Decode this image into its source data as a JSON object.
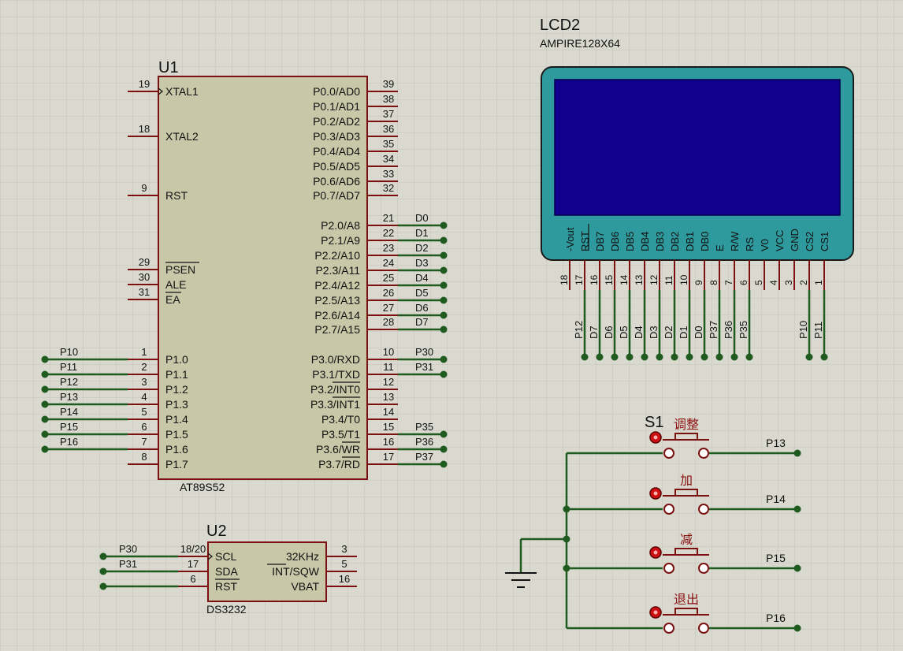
{
  "u1": {
    "ref": "U1",
    "part": "AT89S52",
    "left_pins": [
      {
        "num": "19",
        "name": "XTAL1",
        "net": ""
      },
      {
        "num": "18",
        "name": "XTAL2",
        "net": ""
      },
      {
        "num": "9",
        "name": "RST",
        "net": ""
      },
      {
        "num": "29",
        "name": "PSEN",
        "net": ""
      },
      {
        "num": "30",
        "name": "ALE",
        "net": ""
      },
      {
        "num": "31",
        "name": "EA",
        "net": ""
      },
      {
        "num": "1",
        "name": "P1.0",
        "net": "P10"
      },
      {
        "num": "2",
        "name": "P1.1",
        "net": "P11"
      },
      {
        "num": "3",
        "name": "P1.2",
        "net": "P12"
      },
      {
        "num": "4",
        "name": "P1.3",
        "net": "P13"
      },
      {
        "num": "5",
        "name": "P1.4",
        "net": "P14"
      },
      {
        "num": "6",
        "name": "P1.5",
        "net": "P15"
      },
      {
        "num": "7",
        "name": "P1.6",
        "net": "P16"
      },
      {
        "num": "8",
        "name": "P1.7",
        "net": ""
      }
    ],
    "right_pins": [
      {
        "num": "39",
        "name": "P0.0/AD0",
        "net": ""
      },
      {
        "num": "38",
        "name": "P0.1/AD1",
        "net": ""
      },
      {
        "num": "37",
        "name": "P0.2/AD2",
        "net": ""
      },
      {
        "num": "36",
        "name": "P0.3/AD3",
        "net": ""
      },
      {
        "num": "35",
        "name": "P0.4/AD4",
        "net": ""
      },
      {
        "num": "34",
        "name": "P0.5/AD5",
        "net": ""
      },
      {
        "num": "33",
        "name": "P0.6/AD6",
        "net": ""
      },
      {
        "num": "32",
        "name": "P0.7/AD7",
        "net": ""
      },
      {
        "num": "21",
        "name": "P2.0/A8",
        "net": "D0"
      },
      {
        "num": "22",
        "name": "P2.1/A9",
        "net": "D1"
      },
      {
        "num": "23",
        "name": "P2.2/A10",
        "net": "D2"
      },
      {
        "num": "24",
        "name": "P2.3/A11",
        "net": "D3"
      },
      {
        "num": "25",
        "name": "P2.4/A12",
        "net": "D4"
      },
      {
        "num": "26",
        "name": "P2.5/A13",
        "net": "D5"
      },
      {
        "num": "27",
        "name": "P2.6/A14",
        "net": "D6"
      },
      {
        "num": "28",
        "name": "P2.7/A15",
        "net": "D7"
      },
      {
        "num": "10",
        "name": "P3.0/RXD",
        "net": "P30"
      },
      {
        "num": "11",
        "name": "P3.1/TXD",
        "net": "P31"
      },
      {
        "num": "12",
        "name": "P3.2/INT0",
        "net": ""
      },
      {
        "num": "13",
        "name": "P3.3/INT1",
        "net": ""
      },
      {
        "num": "14",
        "name": "P3.4/T0",
        "net": ""
      },
      {
        "num": "15",
        "name": "P3.5/T1",
        "net": "P35"
      },
      {
        "num": "16",
        "name": "P3.6/WR",
        "net": "P36"
      },
      {
        "num": "17",
        "name": "P3.7/RD",
        "net": "P37"
      }
    ]
  },
  "lcd": {
    "ref": "LCD2",
    "part": "AMPIRE128X64",
    "pins": [
      {
        "num": "18",
        "name": "-Vout",
        "net": ""
      },
      {
        "num": "17",
        "name": "RST",
        "net": "P12"
      },
      {
        "num": "16",
        "name": "DB7",
        "net": "D7"
      },
      {
        "num": "15",
        "name": "DB6",
        "net": "D6"
      },
      {
        "num": "14",
        "name": "DB5",
        "net": "D5"
      },
      {
        "num": "13",
        "name": "DB4",
        "net": "D4"
      },
      {
        "num": "12",
        "name": "DB3",
        "net": "D3"
      },
      {
        "num": "11",
        "name": "DB2",
        "net": "D2"
      },
      {
        "num": "10",
        "name": "DB1",
        "net": "D1"
      },
      {
        "num": "9",
        "name": "DB0",
        "net": "D0"
      },
      {
        "num": "8",
        "name": "E",
        "net": "P37"
      },
      {
        "num": "7",
        "name": "R/W",
        "net": "P36"
      },
      {
        "num": "6",
        "name": "RS",
        "net": "P35"
      },
      {
        "num": "5",
        "name": "V0",
        "net": ""
      },
      {
        "num": "4",
        "name": "VCC",
        "net": ""
      },
      {
        "num": "3",
        "name": "GND",
        "net": ""
      },
      {
        "num": "2",
        "name": "CS2",
        "net": "P10"
      },
      {
        "num": "1",
        "name": "CS1",
        "net": "P11"
      }
    ]
  },
  "u2": {
    "ref": "U2",
    "part": "DS3232",
    "left_pins": [
      {
        "num": "18/20",
        "name": "SCL",
        "net": "P30"
      },
      {
        "num": "17",
        "name": "SDA",
        "net": "P31"
      },
      {
        "num": "6",
        "name": "RST",
        "net": ""
      }
    ],
    "right_pins": [
      {
        "num": "3",
        "name": "32KHz"
      },
      {
        "num": "5",
        "name": "INT/SQW"
      },
      {
        "num": "16",
        "name": "VBAT"
      }
    ]
  },
  "switches": {
    "ref": "S1",
    "buttons": [
      {
        "label": "调整",
        "net": "P13"
      },
      {
        "label": "加",
        "net": "P14"
      },
      {
        "label": "减",
        "net": "P15"
      },
      {
        "label": "退出",
        "net": "P16"
      }
    ]
  },
  "colors": {
    "background": "#d9d9cf",
    "grid": "#c4c4ba",
    "body_fill": "#c8c8a8",
    "body_stroke": "#7a1010",
    "wire": "#1f5a1f",
    "text": "#111111",
    "lcd_frame": "#2e9a9e",
    "lcd_screen": "#10008e",
    "cn_label": "#8b1010",
    "button_red": "#d01010"
  }
}
